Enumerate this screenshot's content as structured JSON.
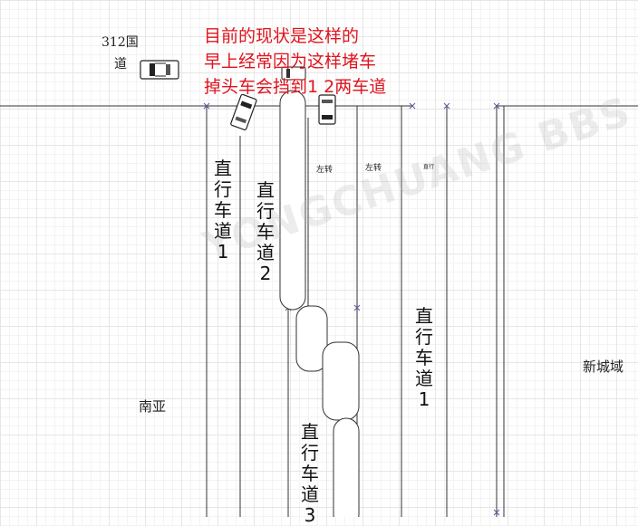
{
  "labels": {
    "national_road_line1": "312国",
    "national_road_line2": "道",
    "nanya": "南亚",
    "new_city": "新城域",
    "left_turn_1": "左转",
    "left_turn_2": "左转",
    "straight_small": "直行",
    "lane1_left": "直行车道1",
    "lane2_left": "直行车道2",
    "lane3": "直行车道3",
    "lane1_right": "直行车道1"
  },
  "note": {
    "line1": "目前的现状是这样的",
    "line2": "早上经常因为这样堵车",
    "line3": "掉头车会挡到1 2两车道"
  },
  "watermark": "YONGCHUANG BBS",
  "colors": {
    "note": "#e0141e",
    "line": "#333333",
    "grid": "#e6e6e6"
  }
}
